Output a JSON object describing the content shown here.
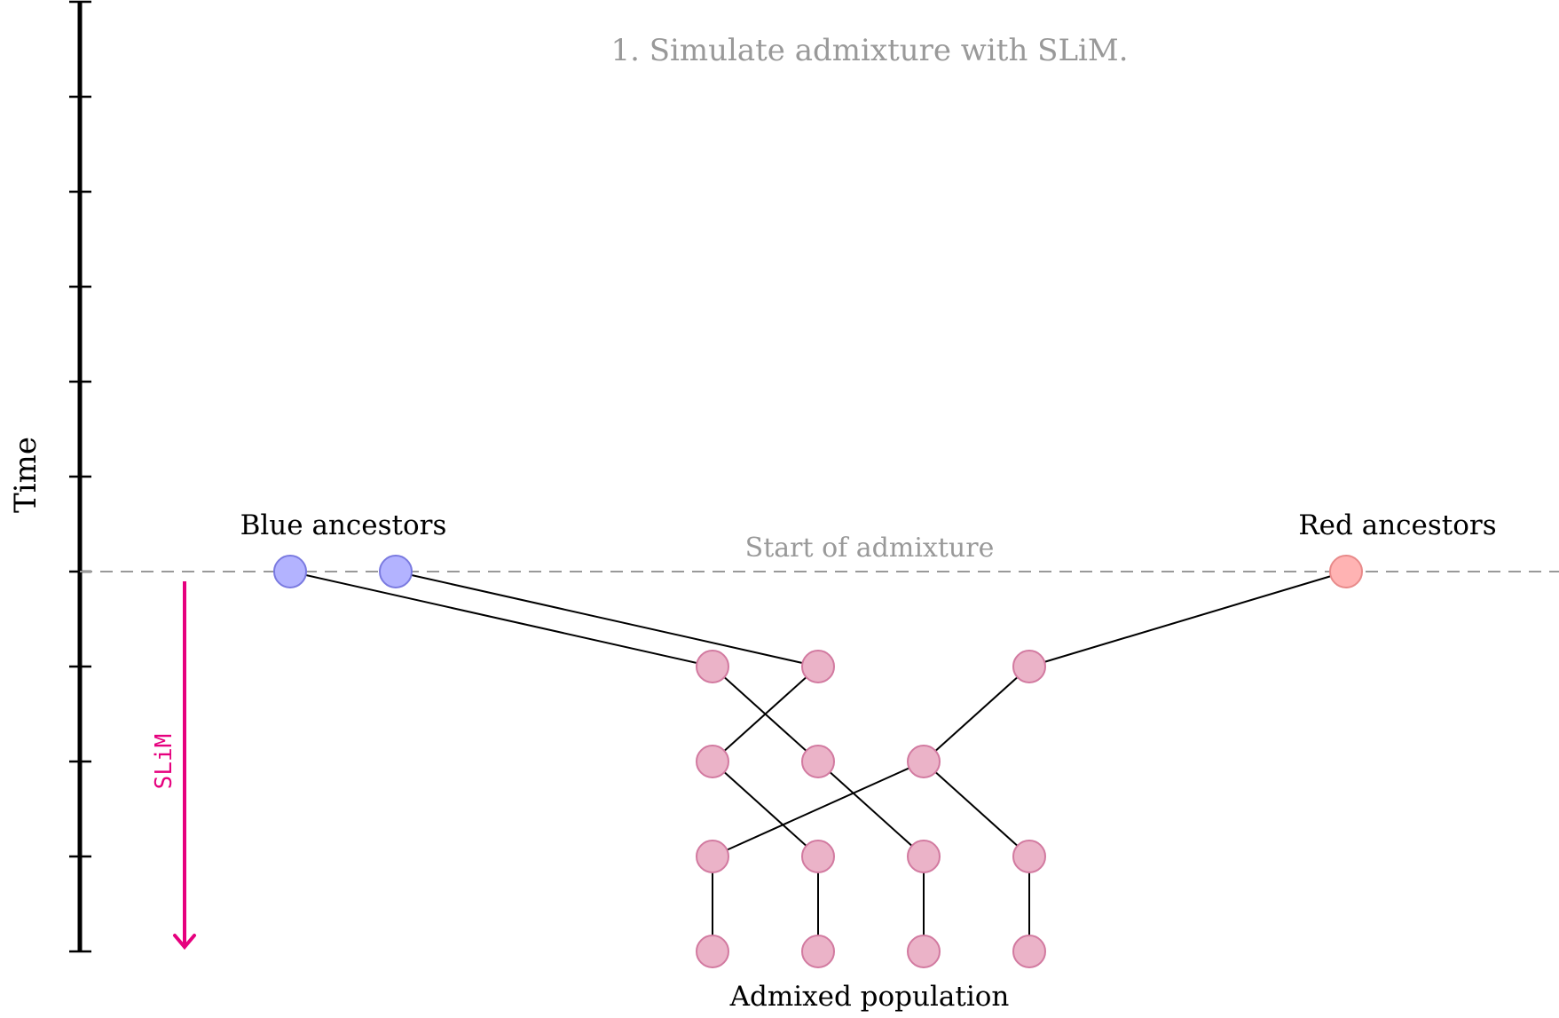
{
  "title": "1. Simulate admixture with SLiM.",
  "axis": {
    "label": "Time"
  },
  "labels": {
    "blue_ancestors": "Blue ancestors",
    "red_ancestors": "Red ancestors",
    "start_of_admixture": "Start of admixture",
    "admixed_population": "Admixed population"
  },
  "simulator": {
    "label": "SLiM"
  },
  "colors": {
    "blue_node": "#b3b3ff",
    "blue_node_stroke": "#7a7ae0",
    "red_node": "#ffb3b3",
    "red_node_stroke": "#e88a8a",
    "admixed_node": "#ebb3c8",
    "admixed_node_stroke": "#d27aa0",
    "slim_arrow": "#e6007e",
    "title_gray": "#999999",
    "dashed_line": "#999999"
  },
  "nodes": [
    {
      "id": "b1",
      "group": "blue",
      "gen": 0,
      "col": 0
    },
    {
      "id": "b2",
      "group": "blue",
      "gen": 0,
      "col": 1
    },
    {
      "id": "r1",
      "group": "red",
      "gen": 0,
      "col": 10
    },
    {
      "id": "g1a",
      "group": "admixed",
      "gen": 1,
      "col": 4
    },
    {
      "id": "g1b",
      "group": "admixed",
      "gen": 1,
      "col": 5
    },
    {
      "id": "g1c",
      "group": "admixed",
      "gen": 1,
      "col": 7
    },
    {
      "id": "g2a",
      "group": "admixed",
      "gen": 2,
      "col": 4
    },
    {
      "id": "g2b",
      "group": "admixed",
      "gen": 2,
      "col": 5
    },
    {
      "id": "g2c",
      "group": "admixed",
      "gen": 2,
      "col": 6
    },
    {
      "id": "g3a",
      "group": "admixed",
      "gen": 3,
      "col": 4
    },
    {
      "id": "g3b",
      "group": "admixed",
      "gen": 3,
      "col": 5
    },
    {
      "id": "g3c",
      "group": "admixed",
      "gen": 3,
      "col": 6
    },
    {
      "id": "g3d",
      "group": "admixed",
      "gen": 3,
      "col": 7
    },
    {
      "id": "g4a",
      "group": "admixed",
      "gen": 4,
      "col": 4
    },
    {
      "id": "g4b",
      "group": "admixed",
      "gen": 4,
      "col": 5
    },
    {
      "id": "g4c",
      "group": "admixed",
      "gen": 4,
      "col": 6
    },
    {
      "id": "g4d",
      "group": "admixed",
      "gen": 4,
      "col": 7
    }
  ],
  "edges": [
    [
      "b1",
      "g1a"
    ],
    [
      "b2",
      "g1b"
    ],
    [
      "r1",
      "g1c"
    ],
    [
      "g1a",
      "g2b"
    ],
    [
      "g1b",
      "g2a"
    ],
    [
      "g1c",
      "g2c"
    ],
    [
      "g2a",
      "g3b"
    ],
    [
      "g2b",
      "g3c"
    ],
    [
      "g2c",
      "g3a"
    ],
    [
      "g2c",
      "g3d"
    ],
    [
      "g3a",
      "g4a"
    ],
    [
      "g3b",
      "g4b"
    ],
    [
      "g3c",
      "g4c"
    ],
    [
      "g3d",
      "g4d"
    ]
  ]
}
